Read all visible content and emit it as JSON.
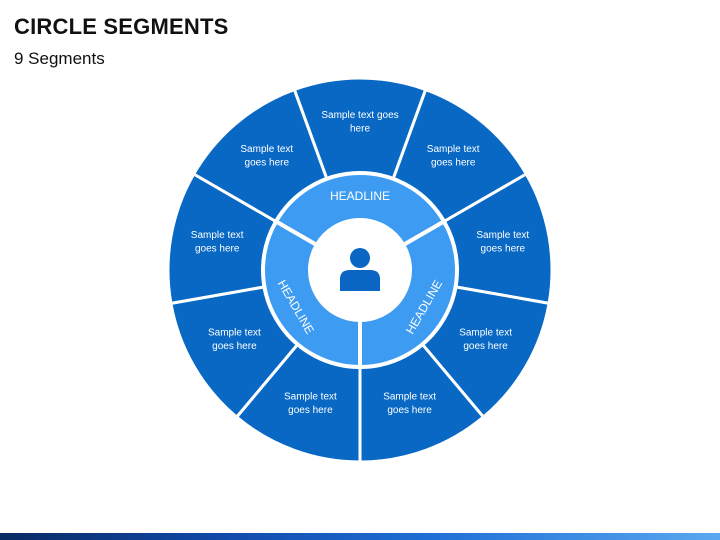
{
  "header": {
    "title": "CIRCLE SEGMENTS",
    "subtitle": "9 Segments"
  },
  "colors": {
    "segment": "#0868C4",
    "inner_ring": "#3D9BF2",
    "center": "#FFFFFF",
    "icon": "#0A66C2",
    "divider": "#FFFFFF"
  },
  "center": {
    "icon": "person-icon"
  },
  "headlines": [
    "HEADLINE",
    "HEADLINE",
    "HEADLINE"
  ],
  "segments": [
    [
      "Sample text goes",
      "here"
    ],
    [
      "Sample text",
      "goes here"
    ],
    [
      "Sample text",
      "goes here"
    ],
    [
      "Sample text",
      "goes here"
    ],
    [
      "Sample text",
      "goes here"
    ],
    [
      "Sample text",
      "goes here"
    ],
    [
      "Sample text",
      "goes here"
    ],
    [
      "Sample text",
      "goes here"
    ],
    [
      "Sample text",
      "goes here"
    ]
  ]
}
